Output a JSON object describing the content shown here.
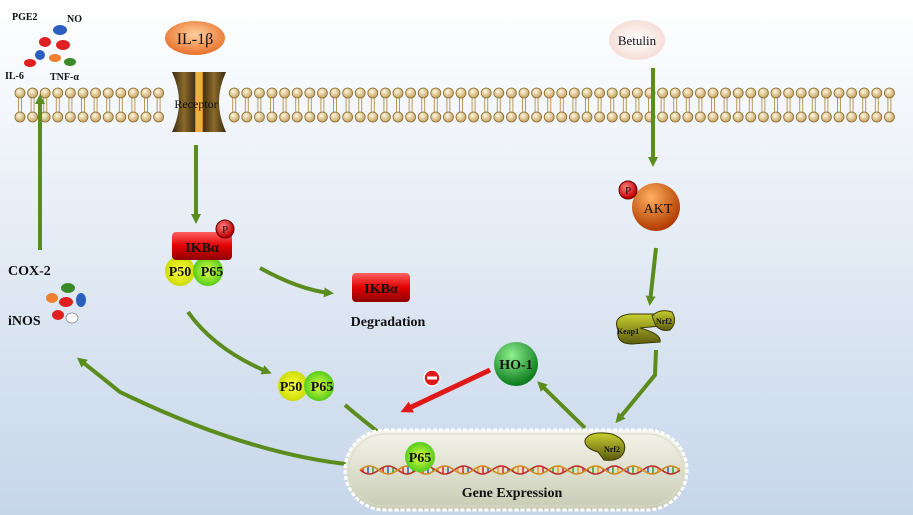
{
  "mediators": {
    "pge2": "PGE2",
    "no": "NO",
    "il6": "IL-6",
    "tnfa": "TNF-α"
  },
  "ligands": {
    "il1b": "IL-1β",
    "betulin": "Betulin"
  },
  "receptor_label": "Receptor",
  "ikb_complex": {
    "ikba": "IKBα",
    "p": "P",
    "p50": "P50",
    "p65": "P65"
  },
  "degradation": {
    "ikba": "IKBα",
    "label": "Degradation"
  },
  "free_dimer": {
    "p50": "P50",
    "p65": "P65"
  },
  "nucleus": {
    "p65": "P65",
    "nrf2": "Nrf2",
    "label": "Gene  Expression"
  },
  "akt": {
    "label": "AKT",
    "p": "P"
  },
  "keap": {
    "keap1": "Keap1",
    "nrf2": "Nrf2"
  },
  "ho1": "HO-1",
  "inhibit_symbol": "⊖",
  "products": {
    "cox2": "COX-2",
    "inos": "iNOS"
  },
  "colors": {
    "arrow": "#5b8c1e",
    "inhibit": "#e01818",
    "ikb": "#d40000",
    "bg_top": "#ffffff",
    "bg_bottom": "#c9d8ec"
  }
}
